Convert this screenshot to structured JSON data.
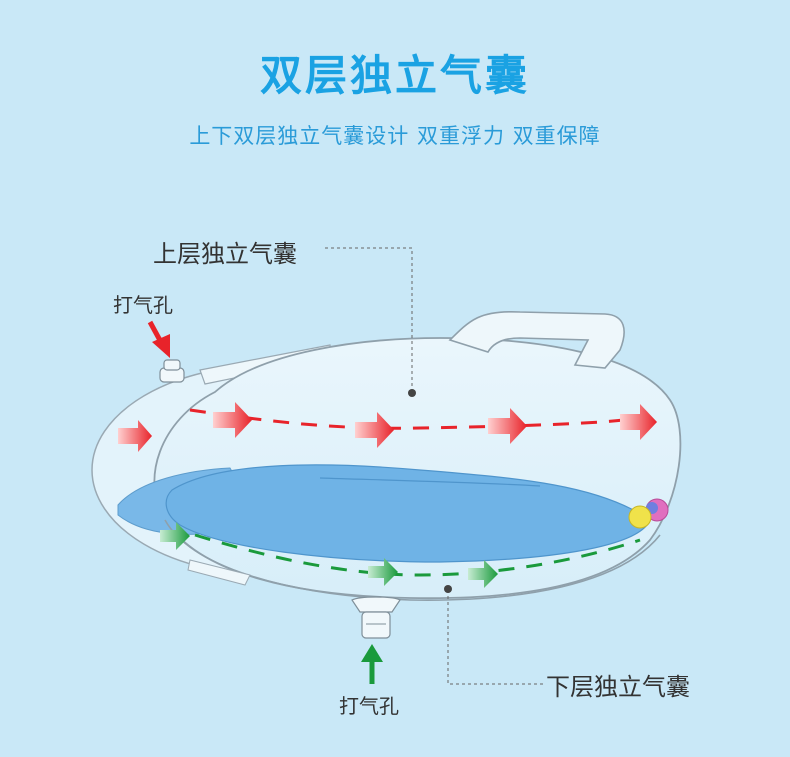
{
  "header": {
    "title": "双层独立气囊",
    "subtitle": "上下双层独立气囊设计  双重浮力  双重保障"
  },
  "labels": {
    "upper_chamber": "上层独立气囊",
    "lower_chamber": "下层独立气囊",
    "valve_top": "打气孔",
    "valve_bottom": "打气孔"
  },
  "colors": {
    "background": "#c9e8f7",
    "title": "#1aa2e3",
    "upper_flow": "#e8232a",
    "lower_flow": "#1a9a3c",
    "seat": "#6fb3e6"
  }
}
